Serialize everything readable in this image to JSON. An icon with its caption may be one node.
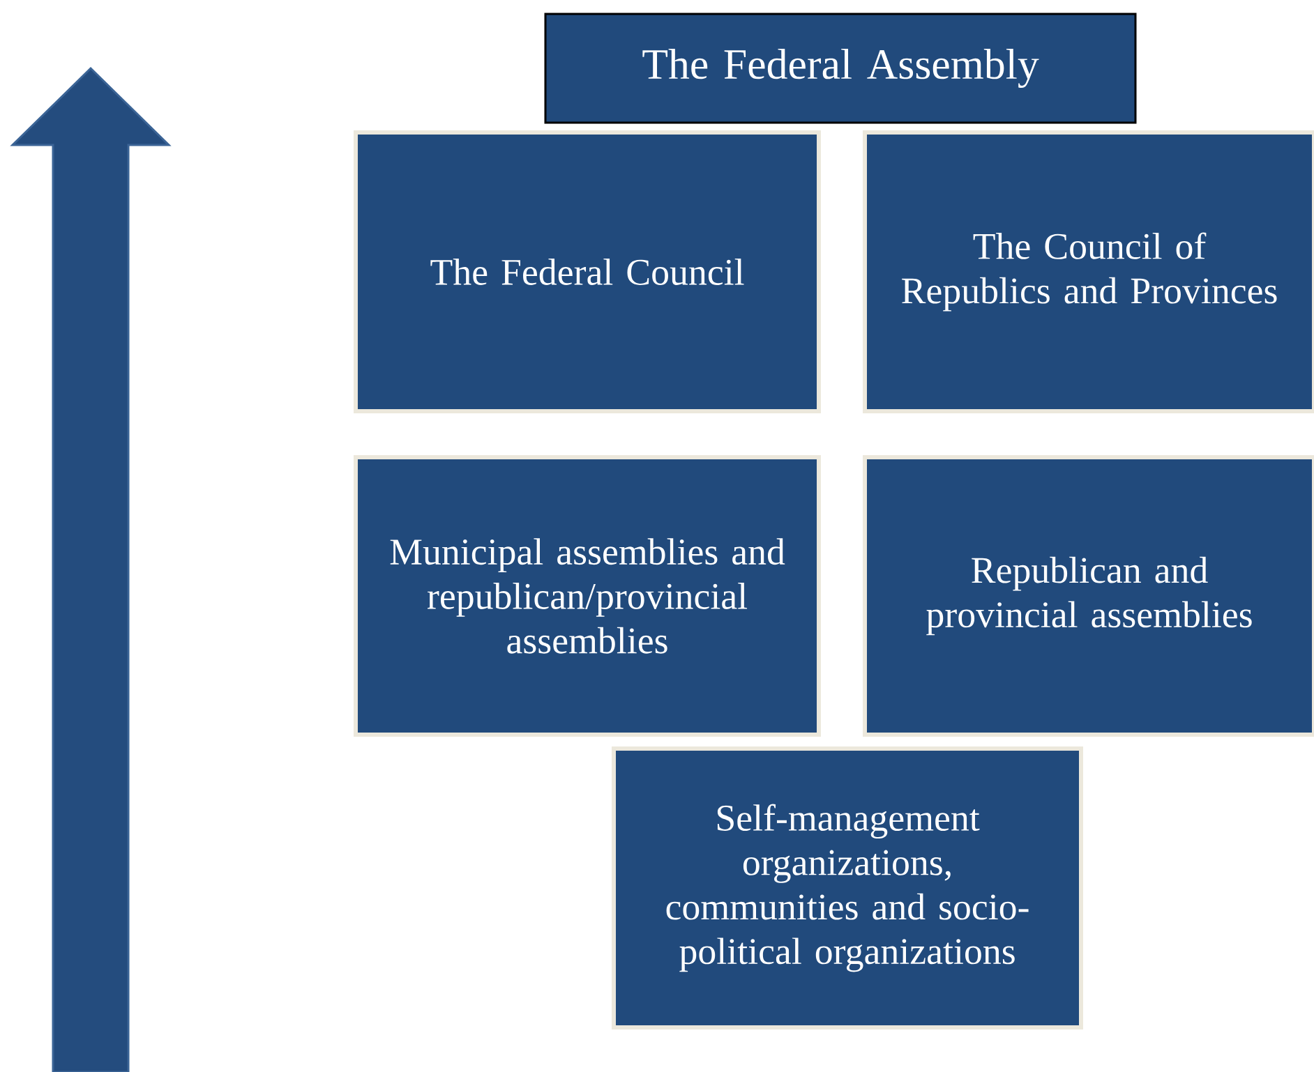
{
  "diagram": {
    "nodes": [
      {
        "text": [
          "The Federal Assembly"
        ]
      },
      {
        "text": [
          "The Federal Council"
        ]
      },
      {
        "text": [
          "The Council of Republics and Provinces"
        ]
      },
      {
        "text": [
          "Municipal assemblies and republican/provincial assemblies"
        ]
      },
      {
        "text": [
          "Republican and provincial assemblies"
        ]
      },
      {
        "text": [
          "Self-management organizations, communities and socio-political organizations"
        ]
      }
    ]
  }
}
